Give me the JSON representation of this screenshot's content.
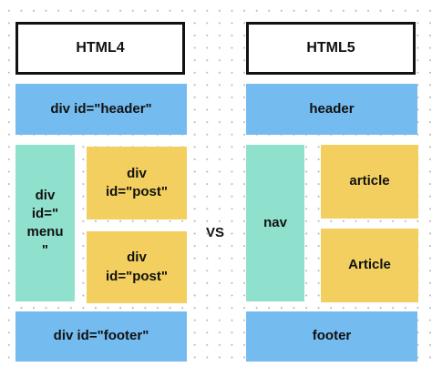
{
  "colors": {
    "blue": "#74bcf0",
    "green": "#8fe0cc",
    "yellow": "#f2cf5f",
    "border": "#111111"
  },
  "left": {
    "title": "HTML4",
    "header": "div id=\"header\"",
    "menu": "div\nid=\"\nmenu\n\"",
    "post_1": "div\nid=\"post\"",
    "post_2": "div\nid=\"post\"",
    "footer": "div id=\"footer\""
  },
  "separator": "VS",
  "right": {
    "title": "HTML5",
    "header": "header",
    "nav": "nav",
    "article_1": "article",
    "article_2": "Article",
    "footer": "footer"
  }
}
